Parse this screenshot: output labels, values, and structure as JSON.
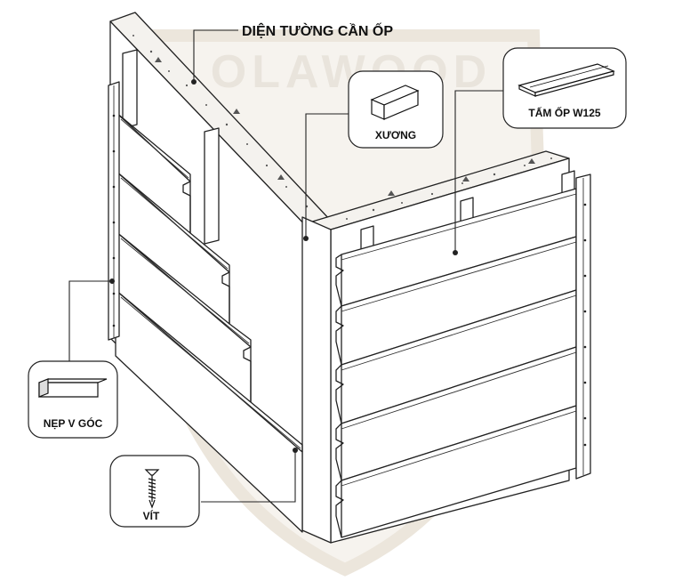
{
  "watermark": {
    "text": "OLAWOOD"
  },
  "labels": {
    "wall": "DIỆN TƯỜNG CẦN ỐP",
    "batten": "XƯƠNG",
    "panel": "TẤM ỐP W125",
    "corner_trim": "NẸP V GÓC",
    "screw": "VÍT"
  },
  "colors": {
    "line": "#222222",
    "background": "#ffffff",
    "watermark": "#e9e4dc"
  },
  "icons": [
    "batten-icon",
    "panel-profile-icon",
    "corner-trim-icon",
    "screw-icon"
  ]
}
